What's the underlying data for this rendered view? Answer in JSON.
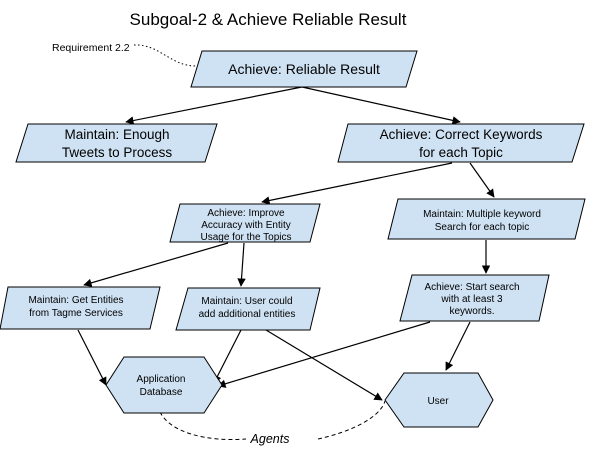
{
  "title": "Subgoal-2 & Achieve Reliable Result",
  "annotations": {
    "requirement": "Requirement 2.2",
    "agents": "Agents"
  },
  "nodes": {
    "root": [
      "Achieve: Reliable Result"
    ],
    "tweets": [
      "Maintain: Enough",
      "Tweets to Process"
    ],
    "keywords": [
      "Achieve: Correct Keywords",
      "for each Topic"
    ],
    "accuracy": [
      "Achieve: Improve",
      "Accuracy with Entity",
      "Usage for the Topics"
    ],
    "multi": [
      "Maintain: Multiple keyword",
      "Search for each topic"
    ],
    "entities": [
      "Maintain: Get Entities",
      "from Tagme Services"
    ],
    "addent": [
      "Maintain: User could",
      "add additional entities"
    ],
    "start3": [
      "Achieve: Start search",
      "with  at least 3",
      "keywords."
    ],
    "appdb": [
      "Application",
      "Database"
    ],
    "user": [
      "User"
    ]
  },
  "colors": {
    "fill": "#cfe2f3",
    "stroke": "#000000"
  }
}
